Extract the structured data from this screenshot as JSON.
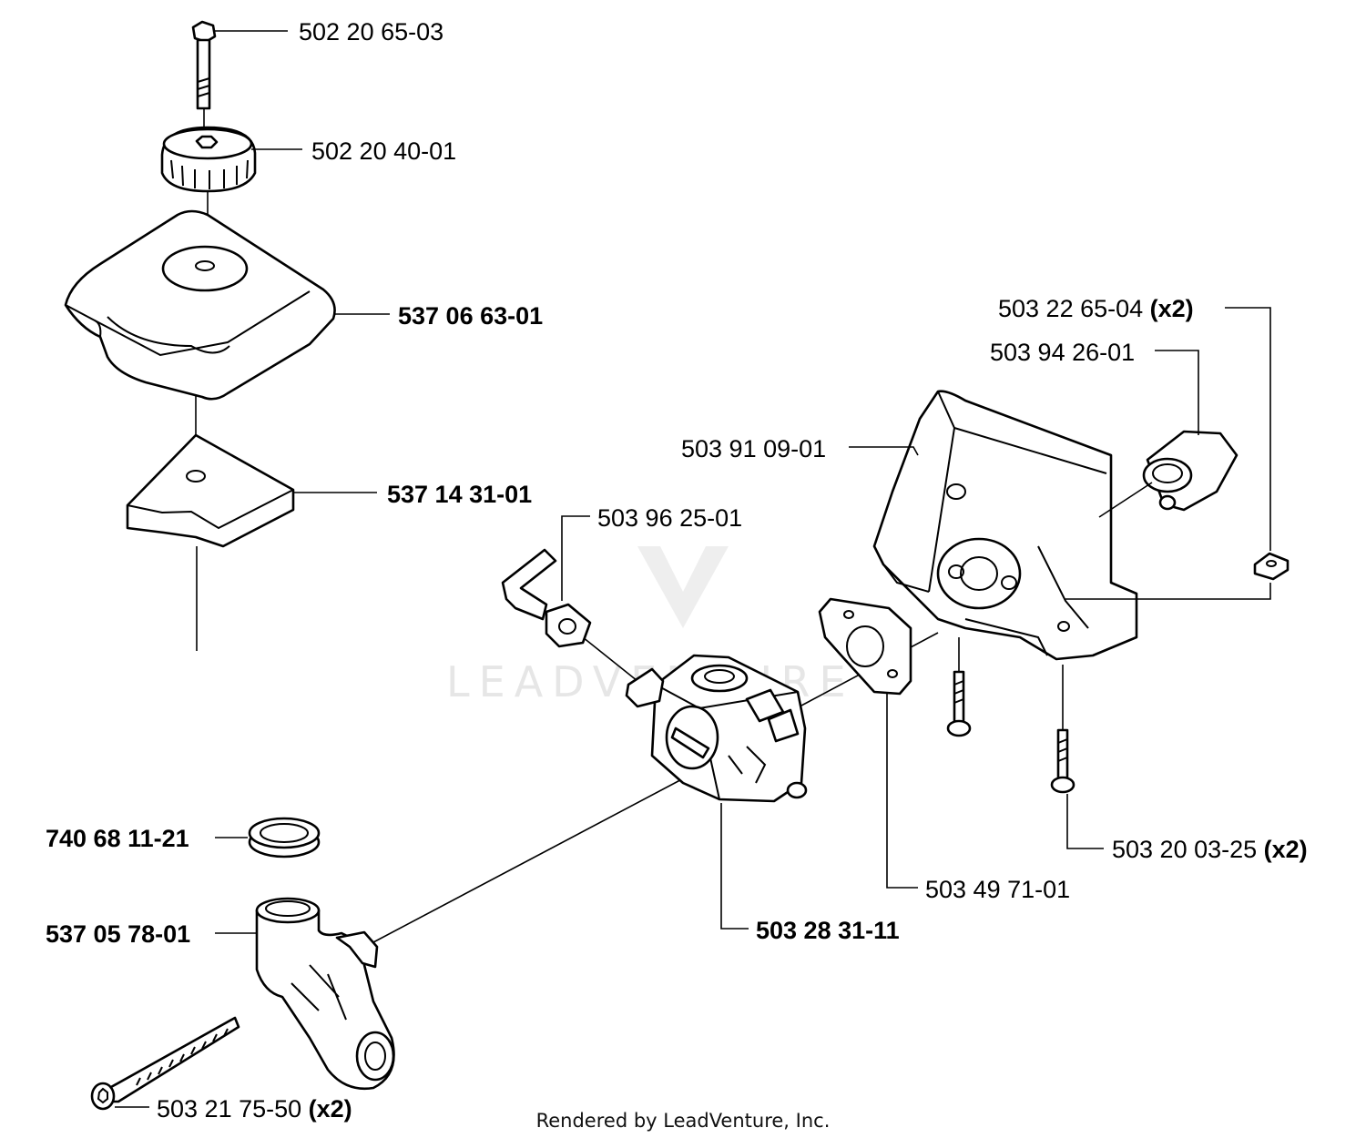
{
  "parts": [
    {
      "number": "502 20 65-03",
      "qty": ""
    },
    {
      "number": "502 20 40-01",
      "qty": ""
    },
    {
      "number": "537 06 63-01",
      "qty": ""
    },
    {
      "number": "537 14 31-01",
      "qty": ""
    },
    {
      "number": "503 96 25-01",
      "qty": ""
    },
    {
      "number": "503 22 65-04",
      "qty": "(x2)"
    },
    {
      "number": "503 94 26-01",
      "qty": ""
    },
    {
      "number": "503 91 09-01",
      "qty": ""
    },
    {
      "number": "740 68 11-21",
      "qty": ""
    },
    {
      "number": "537 05 78-01",
      "qty": ""
    },
    {
      "number": "503 28 31-11",
      "qty": ""
    },
    {
      "number": "503 20 03-25",
      "qty": "(x2)"
    },
    {
      "number": "503 49 71-01",
      "qty": ""
    },
    {
      "number": "503 21 75-50",
      "qty": "(x2)"
    }
  ],
  "watermark": {
    "text": "LEADVENTURE"
  },
  "footer": {
    "credit": "Rendered by LeadVenture, Inc."
  }
}
